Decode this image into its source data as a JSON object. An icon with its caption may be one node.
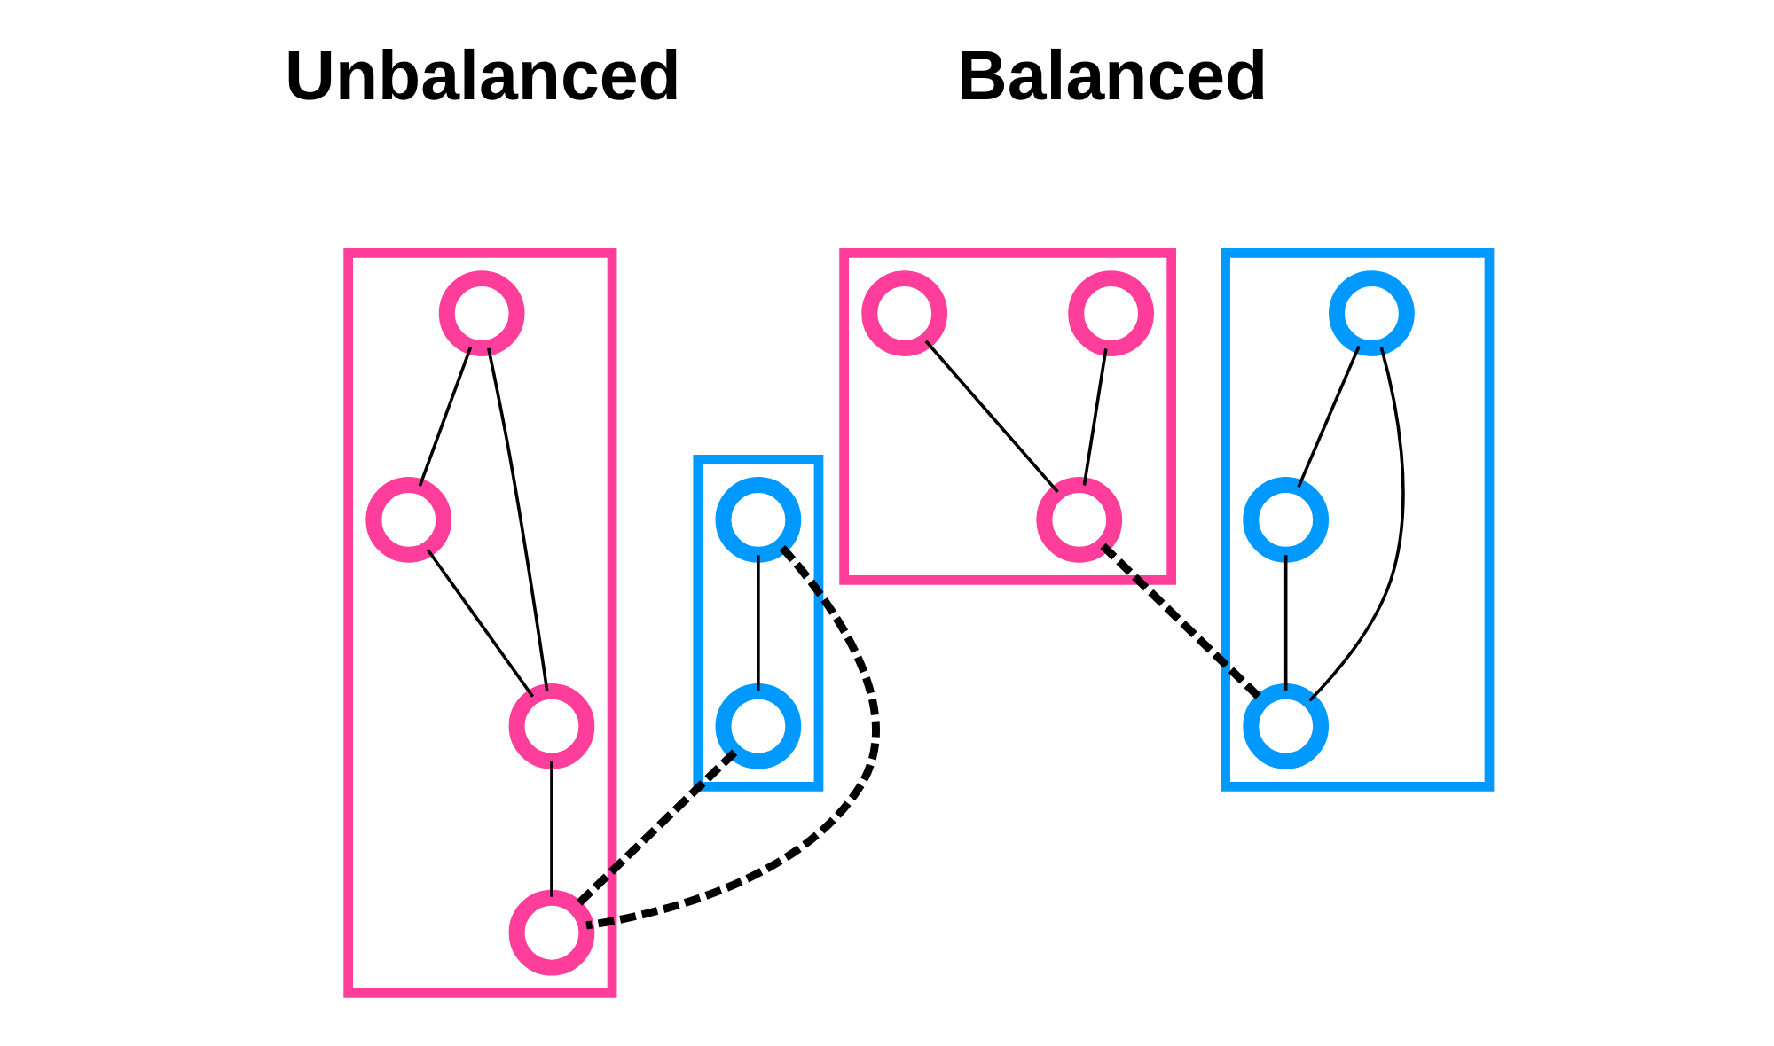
{
  "diagram": {
    "nodes": [
      {
        "text": [],
        "shape": "box"
      },
      {
        "text": [],
        "shape": "circle",
        "in": 0
      },
      {
        "text": [],
        "shape": "circle",
        "in": 0
      },
      {
        "text": [],
        "shape": "circle",
        "in": 0
      },
      {
        "text": [],
        "shape": "circle",
        "in": 0
      },
      {
        "text": [],
        "shape": "box"
      },
      {
        "text": [],
        "shape": "circle",
        "in": 5
      },
      {
        "text": [],
        "shape": "circle",
        "in": 5
      },
      {
        "text": [],
        "shape": "box"
      },
      {
        "text": [],
        "shape": "circle",
        "in": 8
      },
      {
        "text": [],
        "shape": "circle",
        "in": 8
      },
      {
        "text": [],
        "shape": "circle",
        "in": 8
      },
      {
        "text": [],
        "shape": "box"
      },
      {
        "text": [],
        "shape": "circle",
        "in": 12
      },
      {
        "text": [],
        "shape": "circle",
        "in": 12
      },
      {
        "text": [],
        "shape": "circle",
        "in": 12
      }
    ],
    "edges": [
      {
        "from": 1,
        "to": 2,
        "arrow": "none"
      },
      {
        "from": 1,
        "to": 3,
        "arrow": "none"
      },
      {
        "from": 2,
        "to": 3,
        "arrow": "none"
      },
      {
        "from": 3,
        "to": 4,
        "arrow": "none"
      },
      {
        "from": 6,
        "to": 7,
        "arrow": "none"
      },
      {
        "from": 6,
        "to": 4,
        "arrow": "none",
        "style": "dashed"
      },
      {
        "from": 7,
        "to": 4,
        "arrow": "none",
        "style": "dashed"
      },
      {
        "from": 9,
        "to": 11,
        "arrow": "none"
      },
      {
        "from": 10,
        "to": 11,
        "arrow": "none"
      },
      {
        "from": 11,
        "to": 15,
        "arrow": "none",
        "style": "dashed"
      },
      {
        "from": 13,
        "to": 15,
        "arrow": "none"
      },
      {
        "from": 13,
        "to": 14,
        "arrow": "none"
      },
      {
        "from": 14,
        "to": 15,
        "arrow": "none"
      }
    ],
    "labels": [
      "Unbalanced",
      "Balanced"
    ]
  }
}
